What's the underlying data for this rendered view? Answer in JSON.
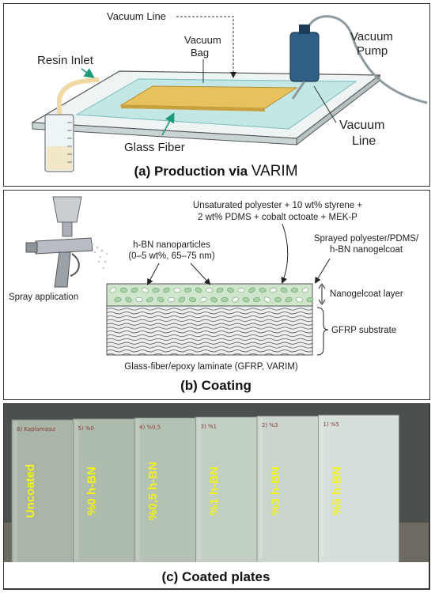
{
  "panel_a": {
    "labels": {
      "vacuum_line_top": "Vacuum Line",
      "vacuum_bag_1": "Vacuum",
      "vacuum_bag_2": "Bag",
      "vacuum_pump_1": "Vacuum",
      "vacuum_pump_2": "Pump",
      "resin_inlet": "Resin Inlet",
      "glass_fiber": "Glass Fiber",
      "vacuum_line_right_1": "Vacuum",
      "vacuum_line_right_2": "Line"
    },
    "caption_prefix": "(a) Production via ",
    "caption_emph": "VARIM"
  },
  "panel_b": {
    "labels": {
      "resin_1": "Unsaturated polyester + 10 wt% styrene +",
      "resin_2": "2 wt% PDMS + cobalt octoate + MEK-P",
      "hbn_1": "h-BN nanoparticles",
      "hbn_2": "(0–5 wt%, 65–75 nm)",
      "sprayed_1": "Sprayed polyester/PDMS/",
      "sprayed_2": "h-BN nanogelcoat",
      "nanogelcoat_layer": "Nanogelcoat layer",
      "gfrp_substrate": "GFRP substrate",
      "spray_application": "Spray application",
      "laminate": "Glass-fiber/epoxy laminate (GFRP, VARIM)"
    },
    "caption": "(b) Coating"
  },
  "panel_c": {
    "plates": [
      {
        "label": "Uncoated",
        "handwriting": "8) Kaplamasız",
        "color": "#a9b6a7"
      },
      {
        "label": "%0 h-BN",
        "handwriting": "5) %0",
        "color": "#aebcad"
      },
      {
        "label": "%0,5 h-BN",
        "handwriting": "4) %0,5",
        "color": "#b4c2b3"
      },
      {
        "label": "%1 h-BN",
        "handwriting": "3) %1",
        "color": "#c2cfc3"
      },
      {
        "label": "%3 h-BN",
        "handwriting": "2) %3",
        "color": "#cad6cd"
      },
      {
        "label": "%5 h-BN",
        "handwriting": "1) %5",
        "color": "#d6dfd9"
      }
    ],
    "caption": "(c) Coated plates"
  },
  "colors": {
    "glass_fiber": "#e6c15c",
    "bag": "#bfe6e3",
    "pump": "#2f5f86",
    "arrow": "#1e9a7a",
    "gelcoat": "#cfe6cc",
    "plate_label": "#f2f21a"
  }
}
